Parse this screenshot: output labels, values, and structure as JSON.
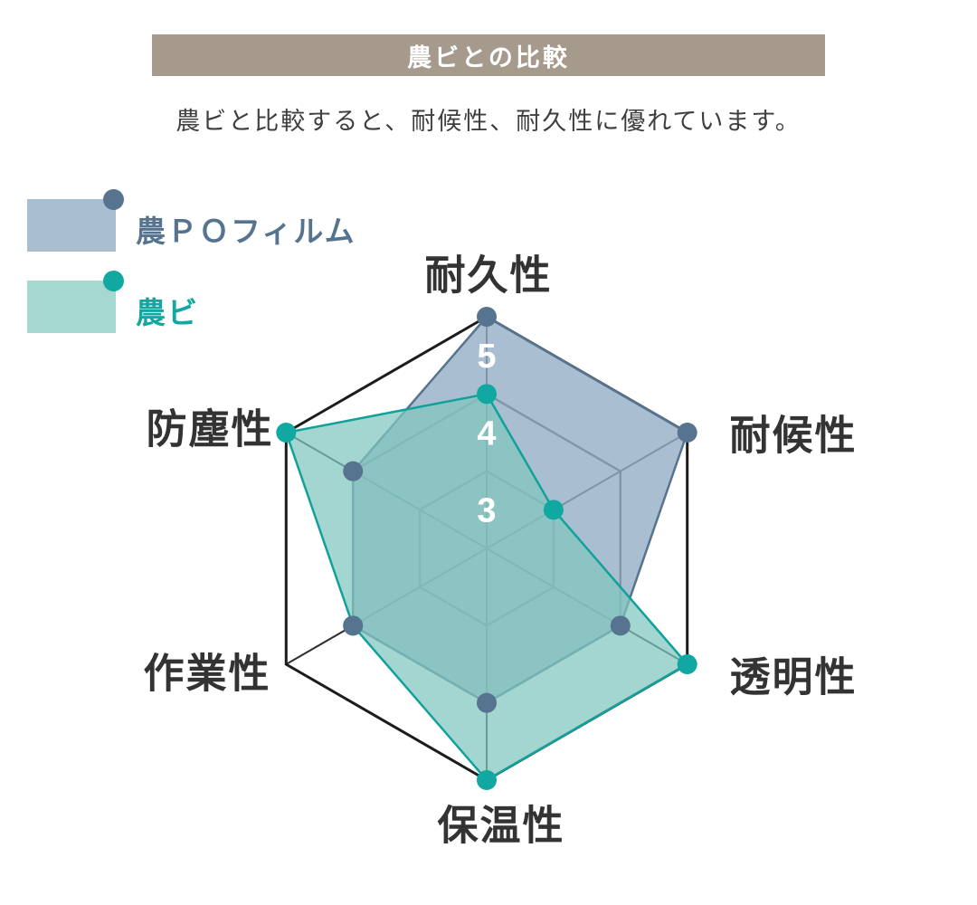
{
  "header": {
    "title": "農ビとの比較",
    "bg_color": "#a69a8c",
    "text_color": "#ffffff"
  },
  "subtitle": "農ビと比較すると、耐候性、耐久性に優れています。",
  "legend": [
    {
      "label": "農ＰＯフィルム",
      "swatch_color": "#a9becf",
      "marker_color": "#56738f",
      "text_color": "#56738f"
    },
    {
      "label": "農ビ",
      "swatch_color": "#a6d8d2",
      "marker_color": "#10a8a1",
      "text_color": "#10a8a1"
    }
  ],
  "chart_data": {
    "type": "radar",
    "title": "農ビとの比較",
    "axes": [
      "耐久性",
      "耐候性",
      "透明性",
      "保温性",
      "作業性",
      "防塵性"
    ],
    "scale": {
      "center_value": 2,
      "max_value": 5,
      "rings": [
        3,
        4,
        5
      ],
      "ring_label_color": "#ffffff",
      "outer_ring_color": "#1c1c1c",
      "inner_ring_color": "#3a3a3a",
      "spoke_color": "#2e2e2e"
    },
    "series": [
      {
        "name": "農ＰＯフィルム",
        "values": [
          5,
          5,
          4,
          4,
          4,
          4
        ],
        "stroke_color": "#56738f",
        "fill_color": "rgba(148,174,198,0.8)",
        "marker_color": "#56738f"
      },
      {
        "name": "農ビ",
        "values": [
          4,
          3,
          5,
          5,
          4,
          5
        ],
        "stroke_color": "#12a19a",
        "fill_color": "rgba(127,198,190,0.72)",
        "marker_color": "#10a8a1"
      }
    ],
    "legend_position": "top-left",
    "grid": true
  }
}
